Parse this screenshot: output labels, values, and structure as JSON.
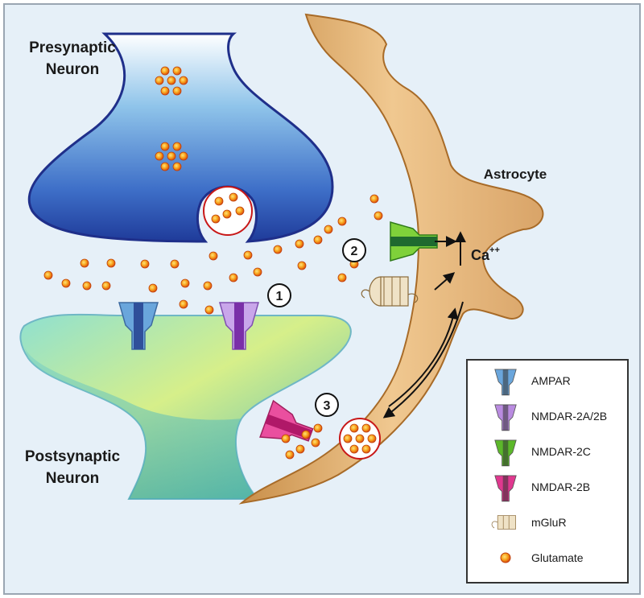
{
  "labels": {
    "presynaptic_line1": "Presynaptic",
    "presynaptic_line2": "Neuron",
    "postsynaptic_line1": "Postsynaptic",
    "postsynaptic_line2": "Neuron",
    "astrocyte": "Astrocyte",
    "calcium_base": "Ca",
    "calcium_sup": "++"
  },
  "steps": [
    "1",
    "2",
    "3"
  ],
  "legend": {
    "items": [
      {
        "label": "AMPAR",
        "color": "#6aa6dc",
        "icon": "receptor-icon"
      },
      {
        "label": "NMDAR-2A/2B",
        "color": "#b98be0",
        "icon": "receptor-icon"
      },
      {
        "label": "NMDAR-2C",
        "color": "#5cb82a",
        "icon": "receptor-icon"
      },
      {
        "label": "NMDAR-2B",
        "color": "#e0388f",
        "icon": "receptor-icon"
      },
      {
        "label": "mGluR",
        "color": "#c8a878",
        "icon": "mglur-icon"
      },
      {
        "label": "Glutamate",
        "color": "#f08a18",
        "icon": "glutamate-icon"
      }
    ]
  },
  "colors": {
    "background": "#e6f0f8",
    "presynaptic": "#2f4fb0",
    "postsynaptic": "#5cc0b8",
    "astrocyte": "#e0b47a",
    "glutamate": "#f08a18"
  }
}
